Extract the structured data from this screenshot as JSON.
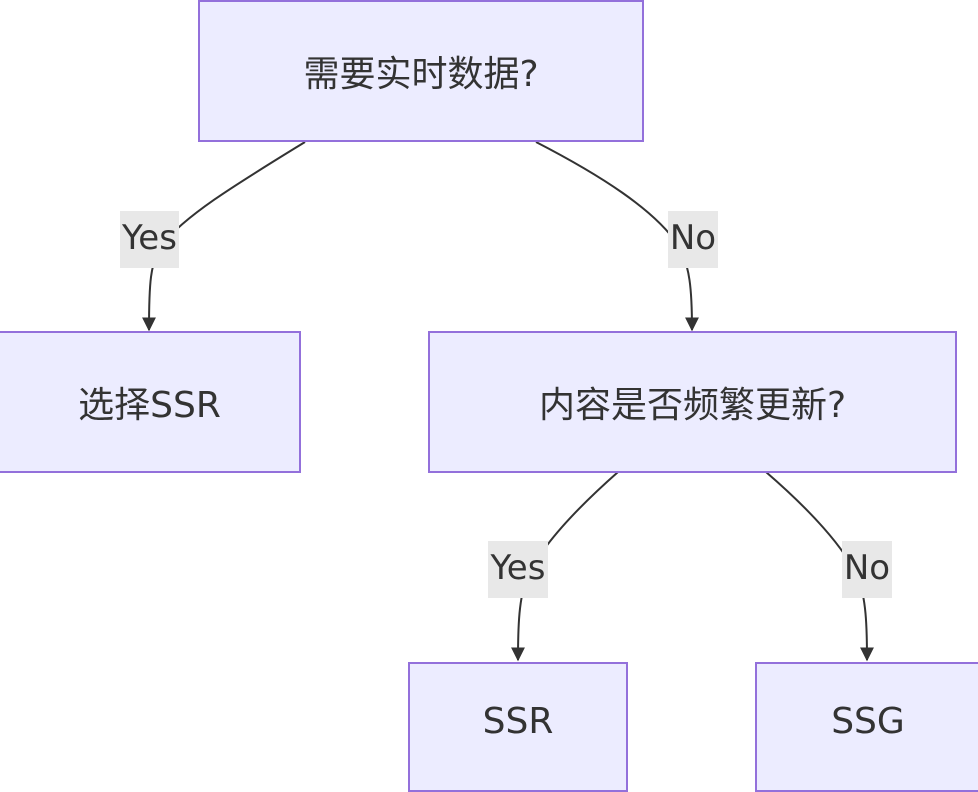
{
  "colors": {
    "node_fill": "#ececff",
    "node_border": "#9370db",
    "edge_stroke": "#333333",
    "label_background": "#e8e8e8",
    "text": "#333333"
  },
  "nodes": {
    "need_realtime": {
      "label": "需要实时数据?"
    },
    "choose_ssr": {
      "label": "选择SSR"
    },
    "frequent_updates": {
      "label": "内容是否频繁更新?"
    },
    "ssr": {
      "label": "SSR"
    },
    "ssg": {
      "label": "SSG"
    }
  },
  "edges": [
    {
      "from": "need_realtime",
      "to": "choose_ssr",
      "label": "Yes"
    },
    {
      "from": "need_realtime",
      "to": "frequent_updates",
      "label": "No"
    },
    {
      "from": "frequent_updates",
      "to": "ssr",
      "label": "Yes"
    },
    {
      "from": "frequent_updates",
      "to": "ssg",
      "label": "No"
    }
  ]
}
